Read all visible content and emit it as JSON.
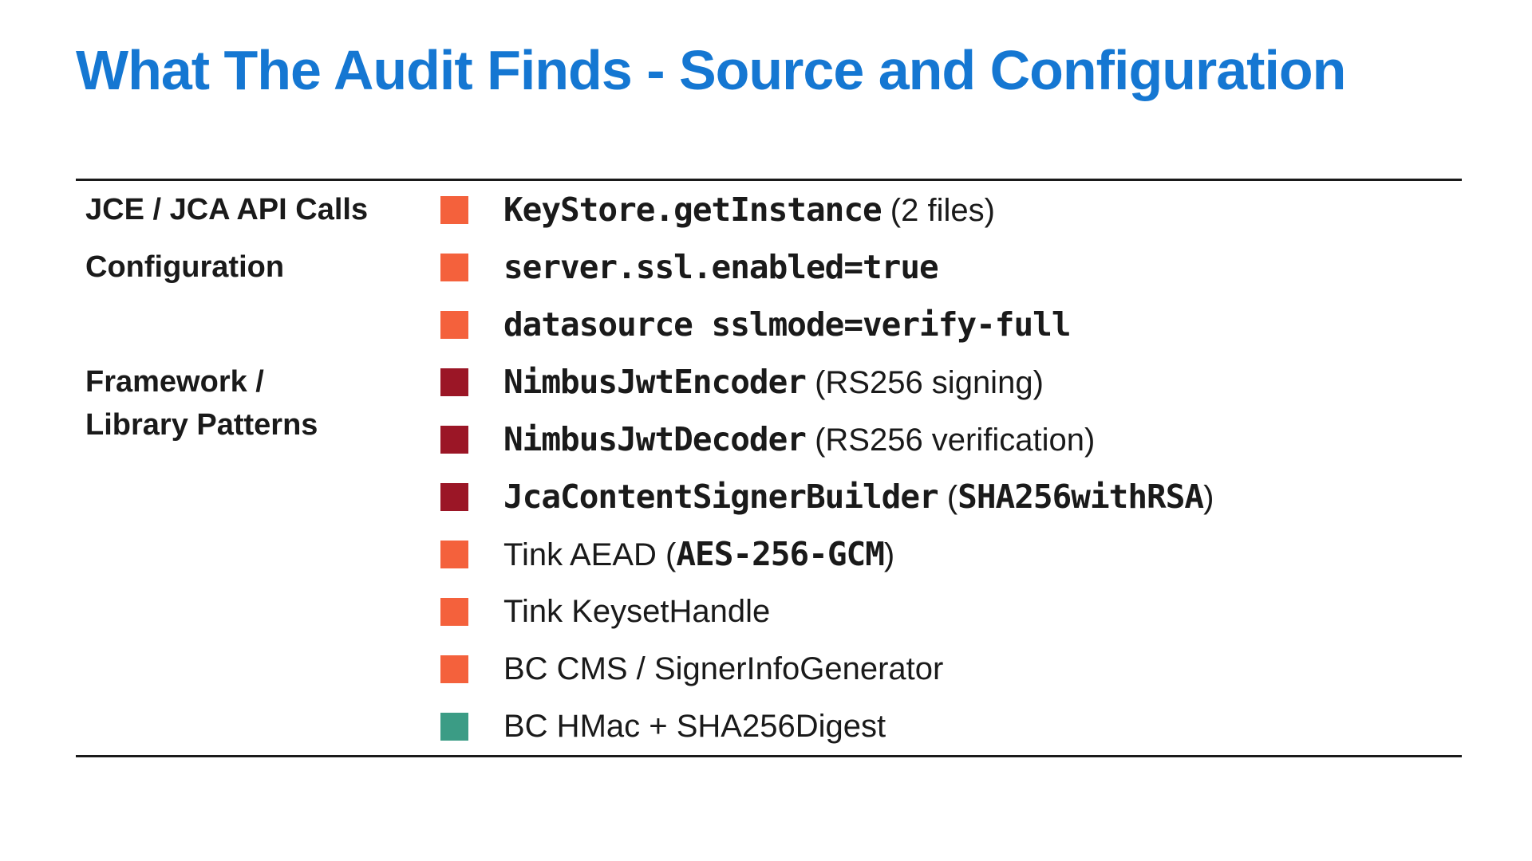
{
  "title": "What The Audit Finds - Source and Configuration",
  "colors": {
    "title_blue": "#1577D2",
    "orange": "#F4613C",
    "crimson": "#9B1626",
    "teal": "#3B9C85",
    "text": "#1A1A1A",
    "rule": "#1A1A1A"
  },
  "table": {
    "rows": [
      {
        "label_lines": [
          "JCE / JCA API Calls"
        ],
        "bullet": "orange",
        "segments": [
          {
            "style": "mono",
            "text": "KeyStore.getInstance"
          },
          {
            "style": "sans",
            "text": " (2 files)"
          }
        ]
      },
      {
        "label_lines": [
          "Configuration"
        ],
        "bullet": "orange",
        "segments": [
          {
            "style": "mono",
            "text": "server.ssl.enabled=true"
          }
        ]
      },
      {
        "label_lines": [],
        "bullet": "orange",
        "segments": [
          {
            "style": "mono",
            "text": "datasource sslmode=verify-full"
          }
        ]
      },
      {
        "label_lines": [
          "Framework /",
          "Library Patterns"
        ],
        "bullet": "crimson",
        "segments": [
          {
            "style": "mono",
            "text": "NimbusJwtEncoder"
          },
          {
            "style": "sans",
            "text": " (RS256 signing)"
          }
        ]
      },
      {
        "label_lines": [],
        "bullet": "crimson",
        "segments": [
          {
            "style": "mono",
            "text": "NimbusJwtDecoder"
          },
          {
            "style": "sans",
            "text": " (RS256 verification)"
          }
        ]
      },
      {
        "label_lines": [],
        "bullet": "crimson",
        "segments": [
          {
            "style": "mono",
            "text": "JcaContentSignerBuilder"
          },
          {
            "style": "sans",
            "text": " ("
          },
          {
            "style": "mono",
            "text": "SHA256withRSA"
          },
          {
            "style": "sans",
            "text": ")"
          }
        ]
      },
      {
        "label_lines": [],
        "bullet": "orange",
        "segments": [
          {
            "style": "sans",
            "text": "Tink AEAD ("
          },
          {
            "style": "mono",
            "text": "AES-256-GCM"
          },
          {
            "style": "sans",
            "text": ")"
          }
        ]
      },
      {
        "label_lines": [],
        "bullet": "orange",
        "segments": [
          {
            "style": "sans",
            "text": "Tink KeysetHandle"
          }
        ]
      },
      {
        "label_lines": [],
        "bullet": "orange",
        "segments": [
          {
            "style": "sans",
            "text": "BC CMS / SignerInfoGenerator"
          }
        ]
      },
      {
        "label_lines": [],
        "bullet": "teal",
        "segments": [
          {
            "style": "sans",
            "text": "BC HMac + SHA256Digest"
          }
        ]
      }
    ]
  }
}
